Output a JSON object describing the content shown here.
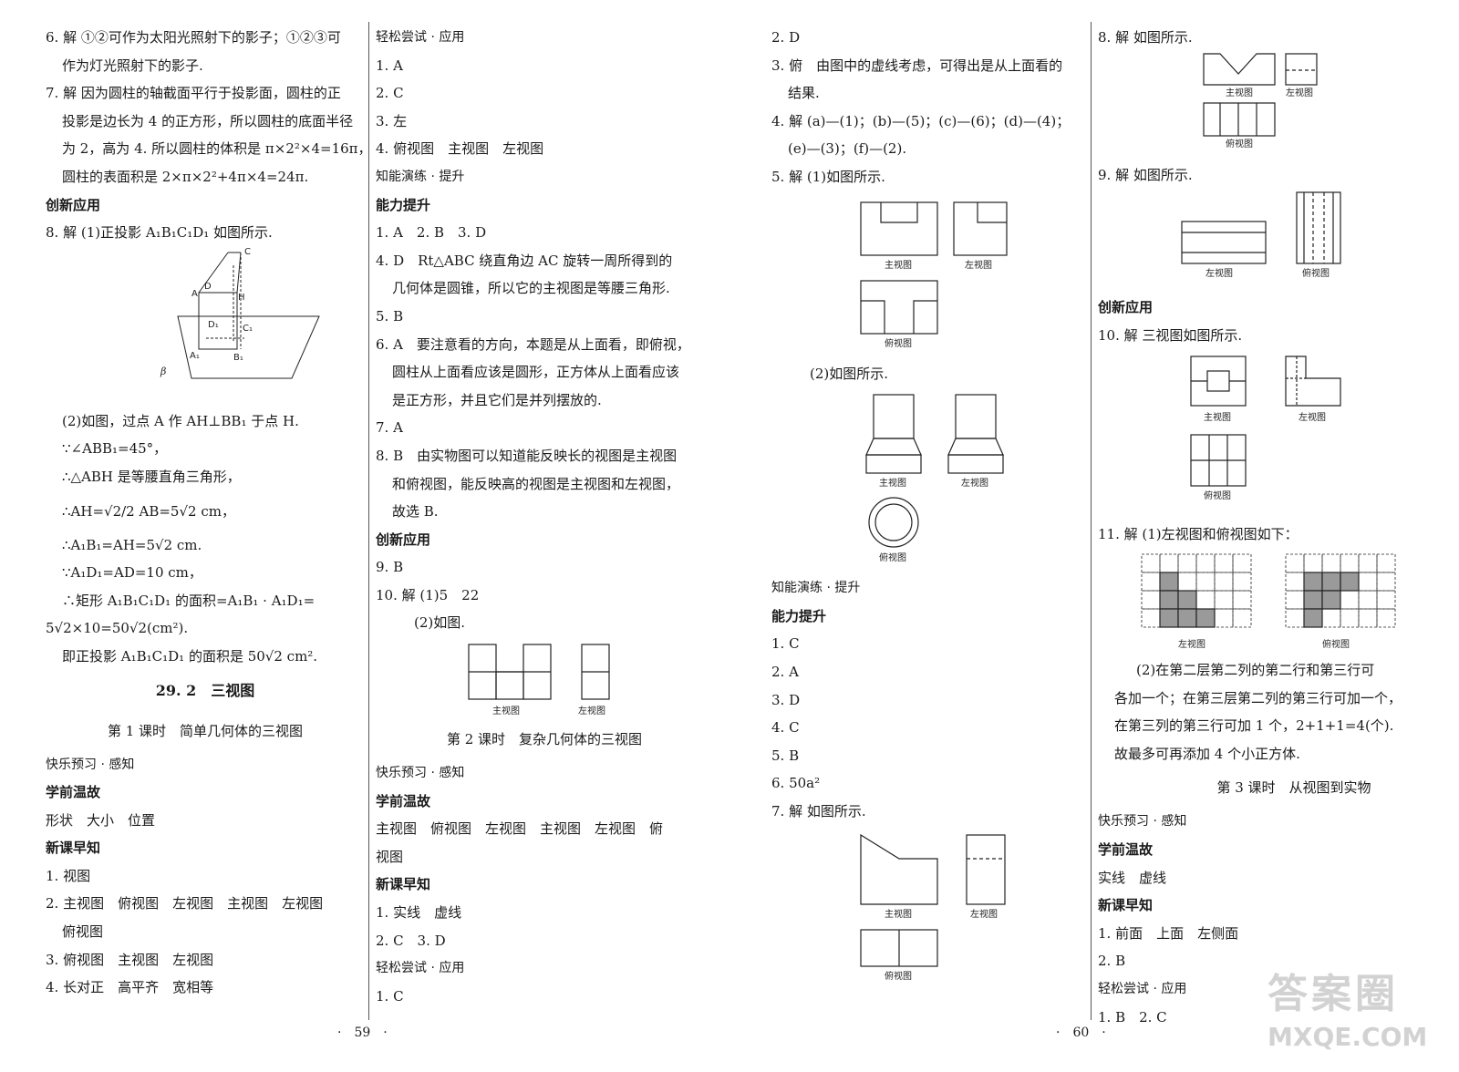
{
  "col1": {
    "q6": "6. 解 ①②可作为太阳光照射下的影子；①②③可",
    "q6b": "作为灯光照射下的影子.",
    "q7a": "7. 解 因为圆柱的轴截面平行于投影面，圆柱的正",
    "q7b": "投影是边长为 4 的正方形，所以圆柱的底面半径",
    "q7c": "为 2，高为 4. 所以圆柱的体积是 π×2²×4=16π，",
    "q7d": "圆柱的表面积是 2×π×2²+4π×4=24π.",
    "h_innov": "创新应用",
    "q8": "8. 解 (1)正投影 A₁B₁C₁D₁ 如图所示.",
    "fig_labels": [
      "C",
      "A",
      "D",
      "H",
      "D₁",
      "C₁",
      "A₁",
      "B₁",
      "β"
    ],
    "s1": "(2)如图，过点 A 作 AH⊥BB₁ 于点 H.",
    "s2": "∵∠ABB₁=45°，",
    "s3": "∴△ABH 是等腰直角三角形，",
    "s4": "∴AH=√2/2 AB=5√2 cm，",
    "s5": "∴A₁B₁=AH=5√2 cm.",
    "s6": "∵A₁D₁=AD=10 cm，",
    "s7": "∴矩形 A₁B₁C₁D₁ 的面积=A₁B₁ · A₁D₁=",
    "s8": "5√2×10=50√2(cm²).",
    "s9": "即正投影 A₁B₁C₁D₁ 的面积是 50√2 cm².",
    "sec": "29. 2　三视图",
    "lesson1": "第 1 课时　简单几何体的三视图",
    "h_preview": "快乐预习 · 感知",
    "h_review": "学前温故",
    "r1": "形状　大小　位置",
    "h_new": "新课早知",
    "n1": "1. 视图",
    "n2a": "2. 主视图　俯视图　左视图　主视图　左视图",
    "n2b": "俯视图",
    "n3": "3. 俯视图　主视图　左视图",
    "n4": "4. 长对正　高平齐　宽相等"
  },
  "col2": {
    "h_try": "轻松尝试 · 应用",
    "a1": "1. A",
    "a2": "2. C",
    "a3": "3. 左",
    "a4": "4. 俯视图　主视图　左视图",
    "h_practice": "知能演练 · 提升",
    "h_ability": "能力提升",
    "b1": "1. A　2. B　3. D",
    "b4a": "4. D　Rt△ABC 绕直角边 AC 旋转一周所得到的",
    "b4b": "几何体是圆锥，所以它的主视图是等腰三角形.",
    "b5": "5. B",
    "b6a": "6. A　要注意看的方向，本题是从上面看，即俯视，",
    "b6b": "圆柱从上面看应该是圆形，正方体从上面看应该",
    "b6c": "是正方形，并且它们是并列摆放的.",
    "b7": "7. A",
    "b8a": "8. B　由实物图可以知道能反映长的视图是主视图",
    "b8b": "和俯视图，能反映高的视图是主视图和左视图，",
    "b8c": "故选 B.",
    "h_innov": "创新应用",
    "c9": "9. B",
    "c10": "10. 解 (1)5　22",
    "c10b": "(2)如图.",
    "fig_main": "主视图",
    "fig_left": "左视图",
    "lesson2": "第 2 课时　复杂几何体的三视图",
    "h_preview": "快乐预习 · 感知",
    "h_review": "学前温故",
    "r1": "主视图　俯视图　左视图　主视图　左视图　俯",
    "r2": "视图",
    "h_new": "新课早知",
    "n1": "1. 实线　虚线",
    "n2": "2. C　3. D",
    "h_try2": "轻松尝试 · 应用",
    "t1": "1. C"
  },
  "col3": {
    "a2": "2. D",
    "a3a": "3. 俯　由图中的虚线考虑，可得出是从上面看的",
    "a3b": "结果.",
    "a4a": "4. 解 (a)—(1)；(b)—(5)；(c)—(6)；(d)—(4)；",
    "a4b": "(e)—(3)；(f)—(2).",
    "a5": "5. 解 (1)如图所示.",
    "fig_main": "主视图",
    "fig_left": "左视图",
    "fig_top": "俯视图",
    "a5b": "(2)如图所示.",
    "h_practice": "知能演练 · 提升",
    "h_ability": "能力提升",
    "b1": "1. C",
    "b2": "2. A",
    "b3": "3. D",
    "b4": "4. C",
    "b5": "5. B",
    "b6": "6. 50a²",
    "b7": "7. 解 如图所示."
  },
  "col4": {
    "a8": "8. 解 如图所示.",
    "fig_main": "主视图",
    "fig_left": "左视图",
    "fig_top": "俯视图",
    "a9": "9. 解 如图所示.",
    "h_innov": "创新应用",
    "a10": "10. 解 三视图如图所示.",
    "a11": "11. 解 (1)左视图和俯视图如下：",
    "p2a": "(2)在第二层第二列的第二行和第三行可",
    "p2b": "各加一个；在第三层第二列的第三行可加一个，",
    "p2c": "在第三列的第三行可加 1 个，2+1+1=4(个).",
    "p2d": "故最多可再添加 4 个小正方体.",
    "lesson3": "第 3 课时　从视图到实物",
    "h_preview": "快乐预习 · 感知",
    "h_review": "学前温故",
    "r1": "实线　虚线",
    "h_new": "新课早知",
    "n1": "1. 前面　上面　左侧面",
    "n2": "2. B",
    "h_try": "轻松尝试 · 应用",
    "t1": "1. B　2. C"
  },
  "page_left": "·　59　·",
  "page_right": "·　60　·",
  "watermark": {
    "line1": "答案圈",
    "line2": "MXQE.COM"
  }
}
